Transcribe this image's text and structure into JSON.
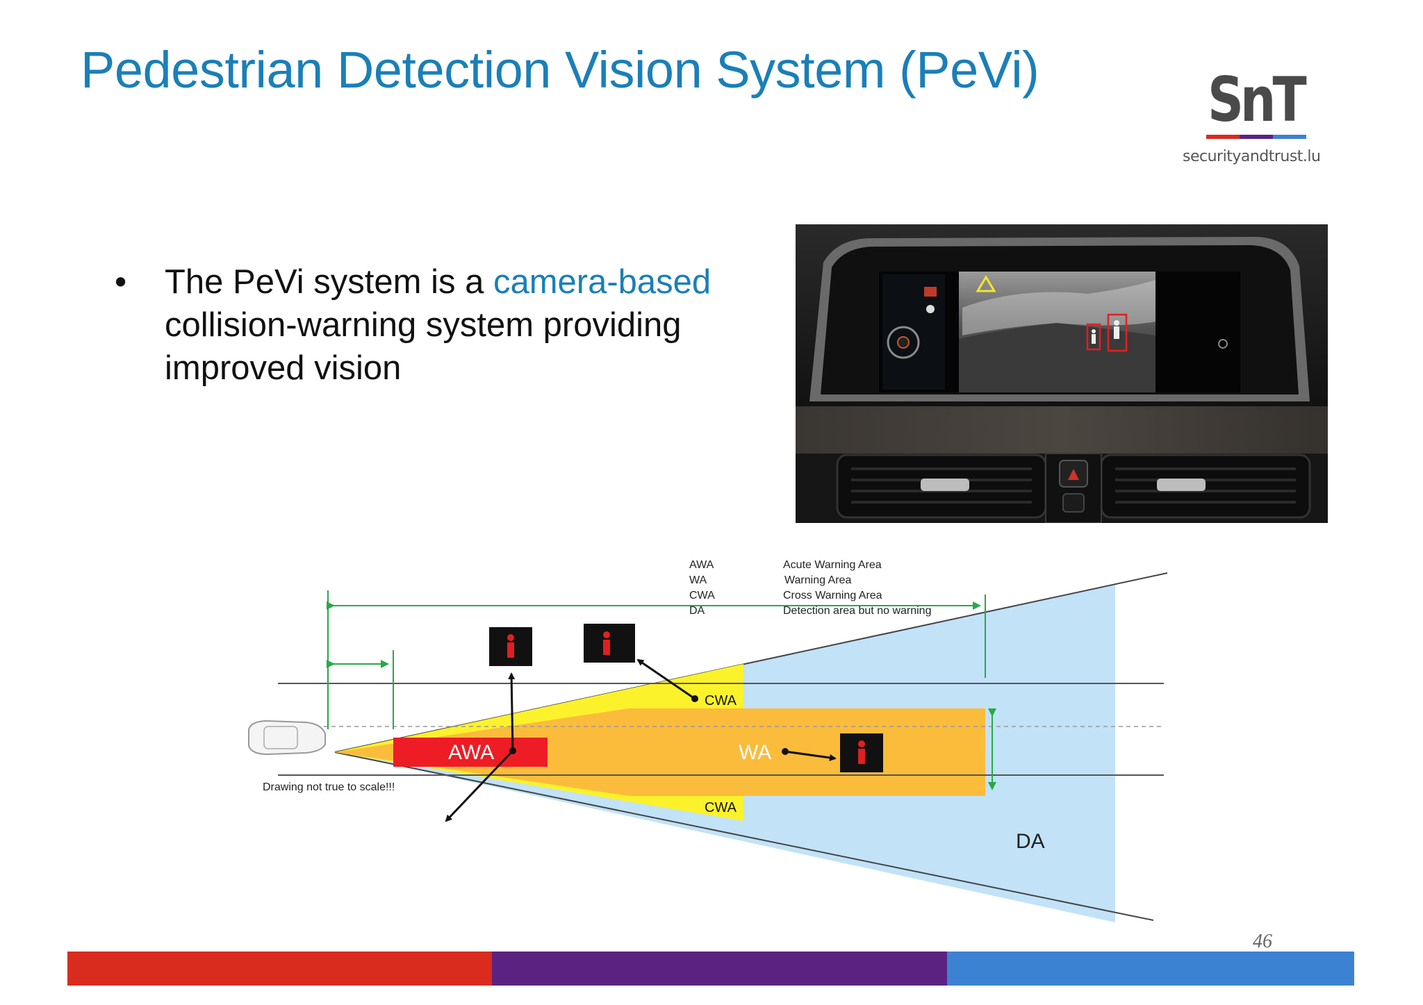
{
  "slide": {
    "title": "Pedestrian Detection Vision System (PeVi)",
    "bullet": {
      "symbol": "•",
      "text_before": "The PeVi system is a ",
      "highlight": "camera-based",
      "text_after": " collision-warning system providing improved vision"
    },
    "page_number": "46"
  },
  "logo": {
    "mark": "SnT",
    "url": "securityandtrust.lu"
  },
  "diagram": {
    "legend": [
      {
        "abbr": "AWA",
        "meaning": "Acute Warning Area"
      },
      {
        "abbr": "WA",
        "meaning": "Warning Area"
      },
      {
        "abbr": "CWA",
        "meaning": "Cross Warning Area"
      },
      {
        "abbr": "DA",
        "meaning": "Detection area but no warning"
      }
    ],
    "labels": {
      "awa": "AWA",
      "wa": "WA",
      "cwa_top": "CWA",
      "cwa_bottom": "CWA",
      "da": "DA",
      "note": "Drawing not true to scale!!!"
    }
  },
  "colors": {
    "title": "#1a7fb8",
    "footer_red": "#d92b1e",
    "footer_purple": "#5b2281",
    "footer_blue": "#3b82d2",
    "awa": "#ee1c25",
    "wa": "#fbbc3c",
    "cwa": "#fbf22c",
    "da": "#c2e2f8"
  }
}
